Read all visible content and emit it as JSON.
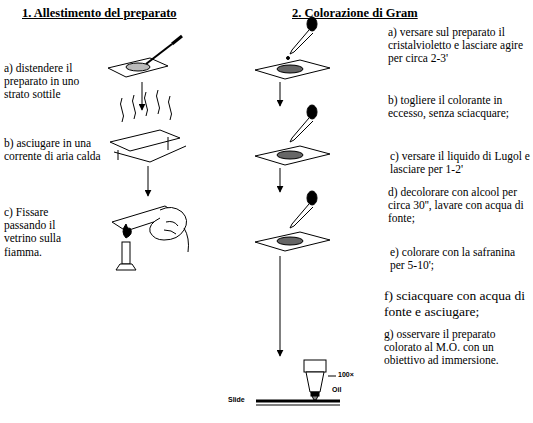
{
  "diagram": {
    "labels": [
      "1. Allestimento del preparato",
      "a) distendere il preparato in uno strato sottile",
      "b) asciugare in una corrente di aria calda",
      "c) Fissare passando il vetrino sulla fiamma.",
      "2. Colorazione di Gram",
      "a) versare sul preparato il cristalvioletto e lasciare agire per circa 2-3'",
      "b) togliere il colorante in eccesso, senza sciacquare;",
      "c) versare il liquido di Lugol e lasciare per 1-2'",
      "d) decolorare con alcool per circa 30'', lavare con acqua di fonte;",
      "e) colorare con la safranina per 5-10';",
      "f) sciacquare con acqua di fonte e asciugare;",
      "g) osservare il preparato colorato al M.O. con un obiettivo ad immersione.",
      "Slide",
      "100×",
      "Oil"
    ]
  }
}
